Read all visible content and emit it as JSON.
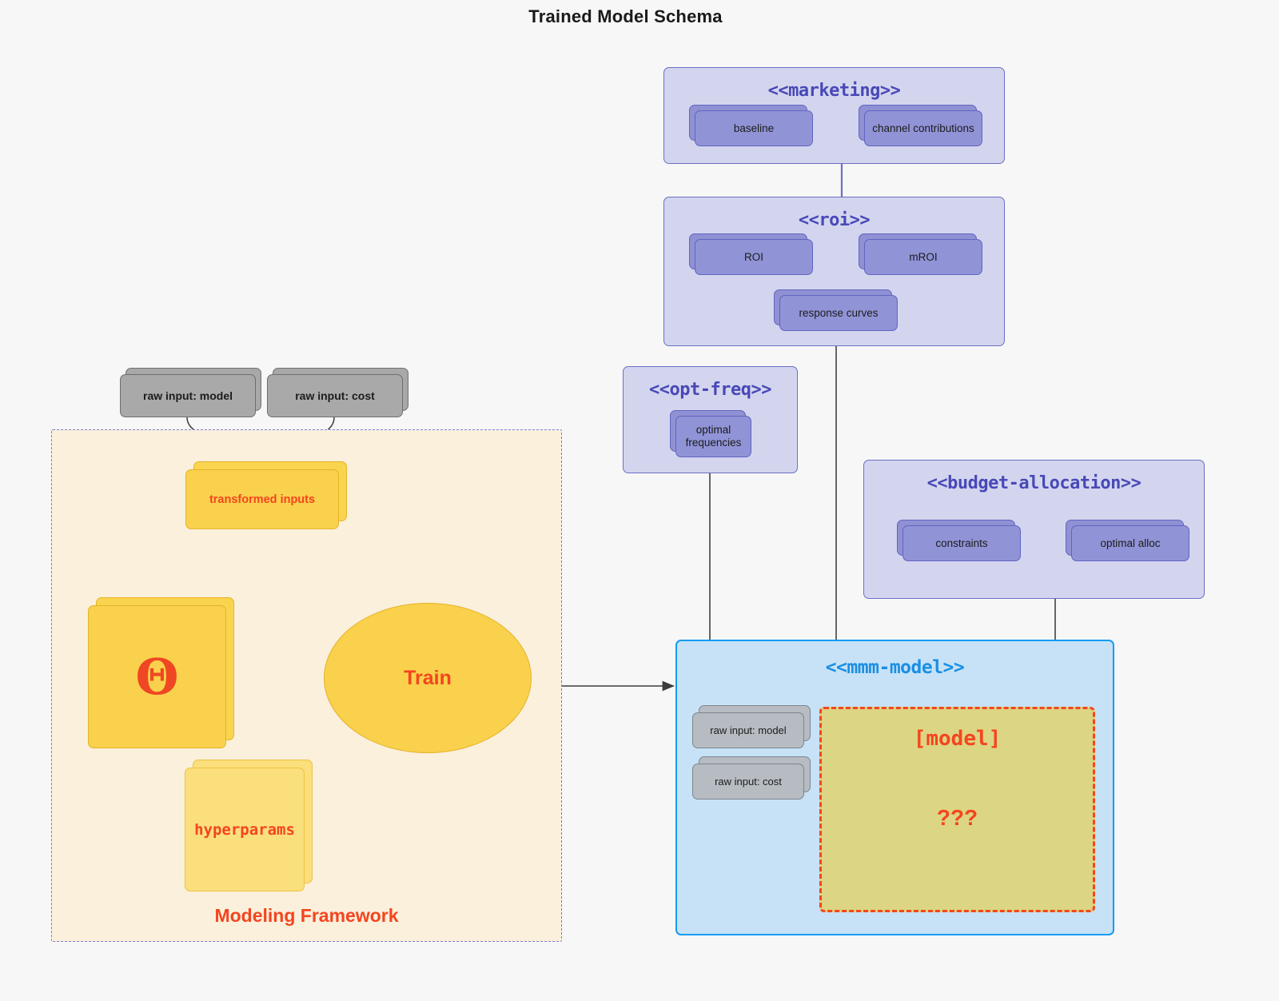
{
  "title": "Trained Model Schema",
  "packages": {
    "marketing": {
      "title": "<<marketing>>",
      "nodes": [
        {
          "label": "baseline"
        },
        {
          "label": "channel contributions"
        }
      ]
    },
    "roi": {
      "title": "<<roi>>",
      "nodes": [
        {
          "label": "ROI"
        },
        {
          "label": "mROI"
        },
        {
          "label": "response curves"
        }
      ]
    },
    "opt_freq": {
      "title": "<<opt-freq>>",
      "nodes": [
        {
          "label": "optimal frequencies"
        }
      ]
    },
    "budget_allocation": {
      "title": "<<budget-allocation>>",
      "nodes": [
        {
          "label": "constraints"
        },
        {
          "label": "optimal alloc"
        }
      ]
    },
    "mmm_model": {
      "title": "<<mmm-model>>",
      "inputs": [
        {
          "label": "raw input: model"
        },
        {
          "label": "raw input: cost"
        }
      ],
      "model_box": {
        "label": "[model]",
        "unknown": "???"
      }
    }
  },
  "framework": {
    "label": "Modeling Framework",
    "raw_inputs": [
      {
        "label": "raw input: model"
      },
      {
        "label": "raw input: cost"
      }
    ],
    "transformed_inputs": {
      "label": "transformed inputs"
    },
    "theta": {
      "label": "Θ"
    },
    "hyperparams": {
      "label": "hyperparams"
    },
    "train": {
      "label": "Train"
    }
  },
  "colors": {
    "background": "#f7f7f7",
    "package_fill": "#d3d5ee",
    "package_border": "#6b6fc4",
    "package_title": "#4848b8",
    "node_fill": "#9093d6",
    "node_border": "#6164c0",
    "grey_fill": "#a9a9a9",
    "grey_border": "#6e6e6e",
    "framework_fill": "#faf0dc",
    "framework_border": "#7b7fd0",
    "yellow_fill": "#f9d14c",
    "yellow_light": "#fbdf7d",
    "yellow_border": "#e8b22a",
    "accent_red": "#f4451f",
    "blue_fill": "#c7e2f7",
    "blue_border": "#159bf3",
    "blue_title": "#1a8fe3",
    "model_fill": "#dcd583"
  }
}
